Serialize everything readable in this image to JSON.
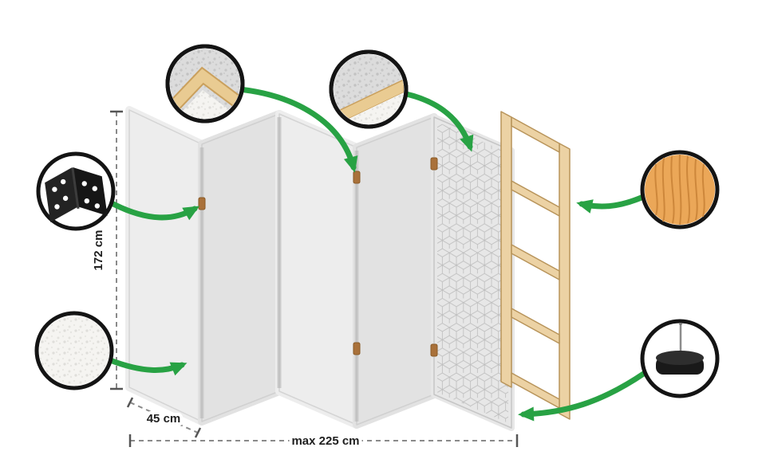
{
  "dimensions": {
    "height": "172 cm",
    "panel_width": "45 cm",
    "max_width": "max 225 cm"
  },
  "colors": {
    "arrow_green": "#28a244",
    "panel_light": "#ededed",
    "panel_mid": "#e2e2e2",
    "panel_edge": "#cccccc",
    "pattern_line": "#bdbdbd",
    "wood_fill": "#ecd2a4",
    "wood_stroke": "#b8945a",
    "hinge_brown": "#a9713a",
    "pine_fill": "#eba758",
    "pine_grain": "#cd873b",
    "ring_black": "#141414",
    "dim_gray": "#8a8a8a",
    "text_dark": "#1f1f1f"
  },
  "callouts": [
    {
      "name": "corner-frame-detail"
    },
    {
      "name": "edge-layers-detail"
    },
    {
      "name": "metal-hinge-detail"
    },
    {
      "name": "fleece-texture-detail"
    },
    {
      "name": "pine-wood-detail"
    },
    {
      "name": "felt-glide-detail"
    }
  ]
}
